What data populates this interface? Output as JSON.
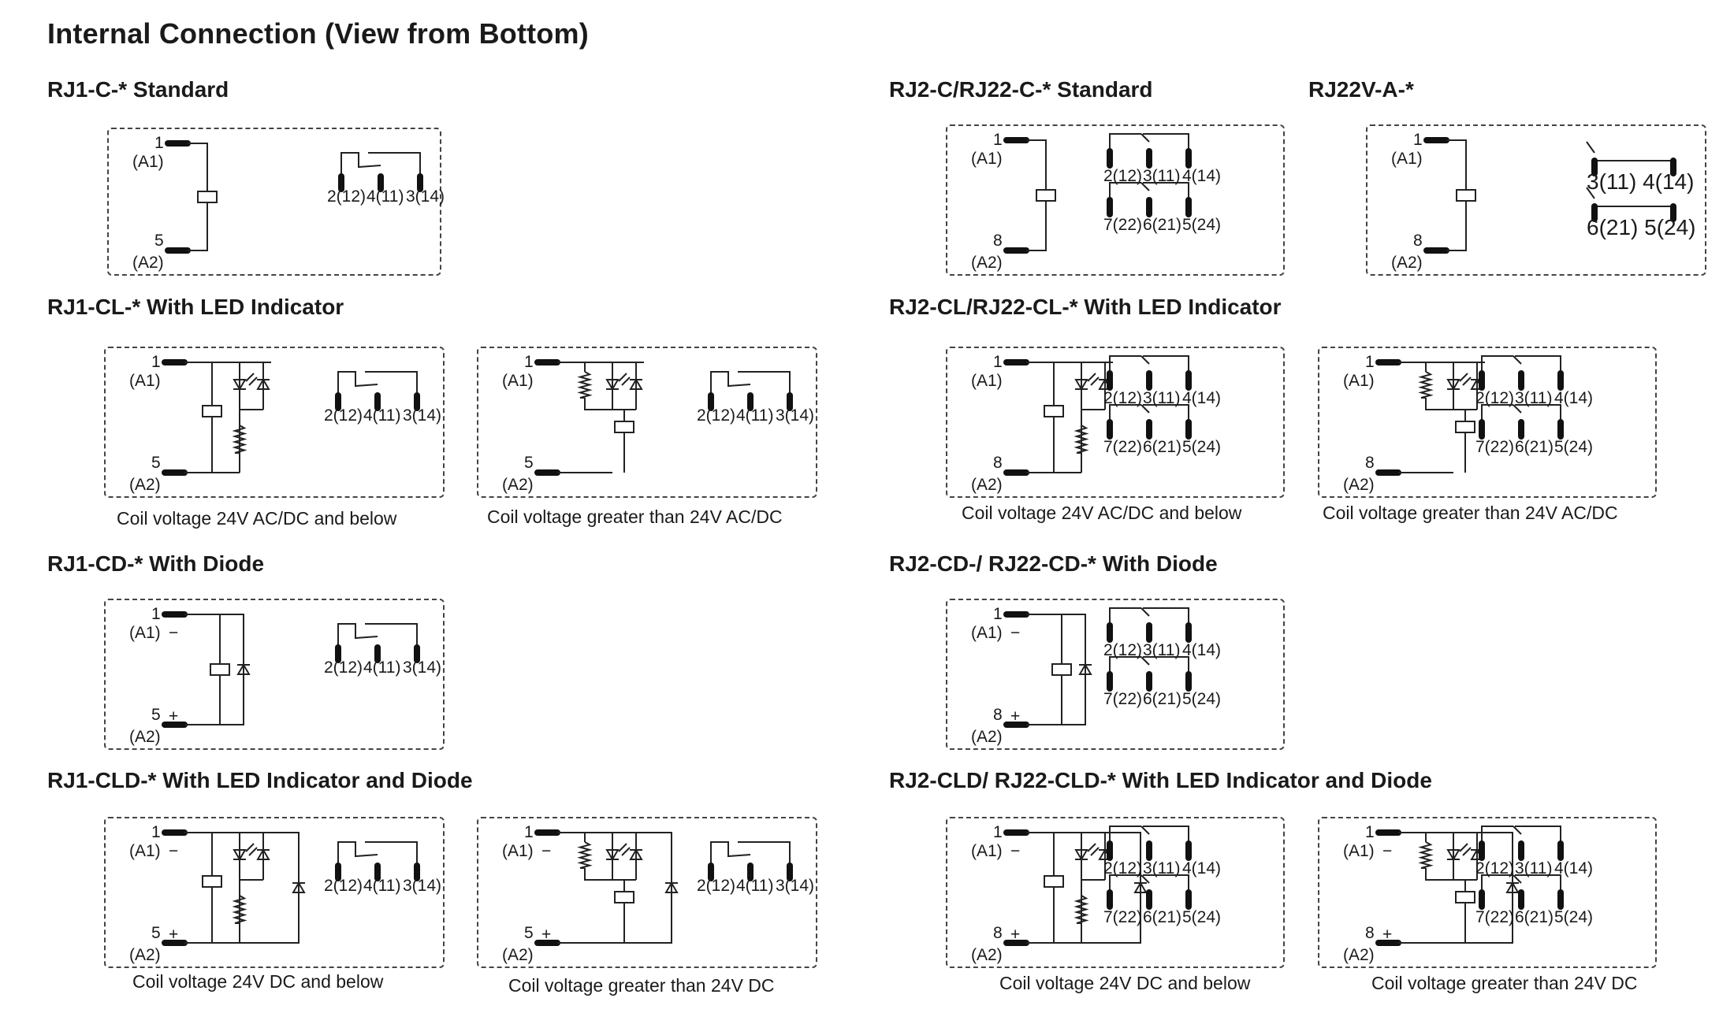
{
  "title": "Internal Connection (View from Bottom)",
  "sections": {
    "rj1_c": "RJ1-C-* Standard",
    "rj2_c": "RJ2-C/RJ22-C-* Standard",
    "rj22v": "RJ22V-A-*",
    "rj1_cl": "RJ1-CL-* With LED Indicator",
    "rj2_cl": "RJ2-CL/RJ22-CL-* With LED Indicator",
    "rj1_cd": "RJ1-CD-* With Diode",
    "rj2_cd": "RJ2-CD-/ RJ22-CD-* With Diode",
    "rj1_cld": "RJ1-CLD-* With LED Indicator and Diode",
    "rj2_cld": "RJ2-CLD/ RJ22-CLD-* With LED Indicator and Diode"
  },
  "captions": {
    "ac_low": "Coil voltage 24V AC/DC and below",
    "ac_high": "Coil voltage greater than 24V AC/DC",
    "dc_low": "Coil voltage 24V DC and below",
    "dc_high": "Coil voltage greater than 24V DC"
  },
  "pins": {
    "a1_num": "1",
    "a1": "(A1)",
    "a2_num_rj1": "5",
    "a2_num_rj2": "8",
    "a2": "(A2)",
    "plus": "+",
    "minus": "−",
    "rj1_contacts": [
      "2(12)",
      "4(11)",
      "3(14)"
    ],
    "rj2_top": [
      "2(12)",
      "3(11)",
      "4(14)"
    ],
    "rj2_bottom": [
      "7(22)",
      "6(21)",
      "5(24)"
    ],
    "rj22v_top": "3(11) 4(14)",
    "rj22v_bottom": "6(21) 5(24)"
  }
}
